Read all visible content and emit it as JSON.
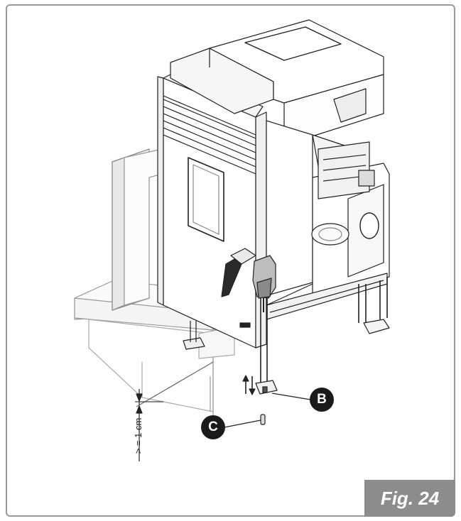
{
  "figure": {
    "label": "Fig. 24"
  },
  "callouts": {
    "b": "B",
    "c": "C"
  },
  "dimension": {
    "text": "> = 1 cm"
  },
  "colors": {
    "frame": "#9a9a9a",
    "badge": "#8c8c8c",
    "callout": "#1a1a1a",
    "line": "#222222"
  }
}
